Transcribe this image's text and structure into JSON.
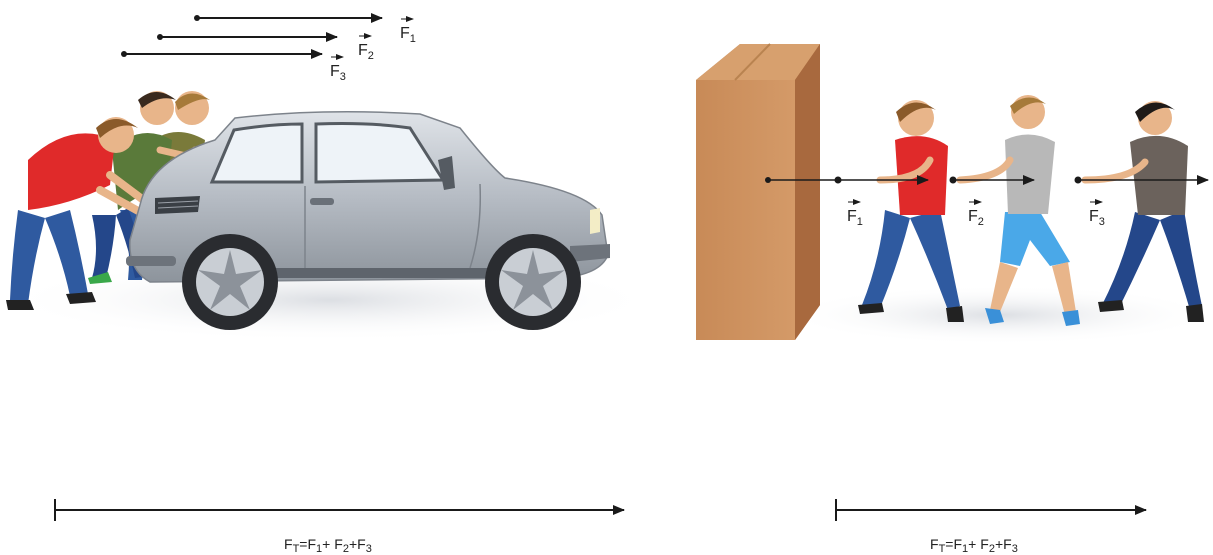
{
  "left_scene": {
    "vectors": [
      {
        "name": "F",
        "sub": "1"
      },
      {
        "name": "F",
        "sub": "2"
      },
      {
        "name": "F",
        "sub": "3"
      }
    ],
    "resultant": {
      "lhs": "F",
      "lhs_sub": "T",
      "eq": "=",
      "t1": "F",
      "s1": "1",
      "plus1": "+ ",
      "t2": "F",
      "s2": "2",
      "plus2": "+",
      "t3": "F",
      "s3": "3"
    }
  },
  "right_scene": {
    "vectors": [
      {
        "name": "F",
        "sub": "1"
      },
      {
        "name": "F",
        "sub": "2"
      },
      {
        "name": "F",
        "sub": "3"
      }
    ],
    "resultant": {
      "lhs": "F",
      "lhs_sub": "T",
      "eq": "=",
      "t1": "F",
      "s1": "1",
      "plus1": "+ ",
      "t2": "F",
      "s2": "2",
      "plus2": "+",
      "t3": "F",
      "s3": "3"
    }
  },
  "colors": {
    "arrow": "#1a1a1a",
    "car_body": "#b9bec5",
    "box": "#c98a55",
    "shirt_red": "#e02a2a",
    "shirt_grey": "#b8b8b8",
    "shirt_dark": "#6b625c",
    "shirt_olive": "#7a7a3a",
    "jeans": "#2f5aa0",
    "shorts": "#4aa8e8"
  }
}
